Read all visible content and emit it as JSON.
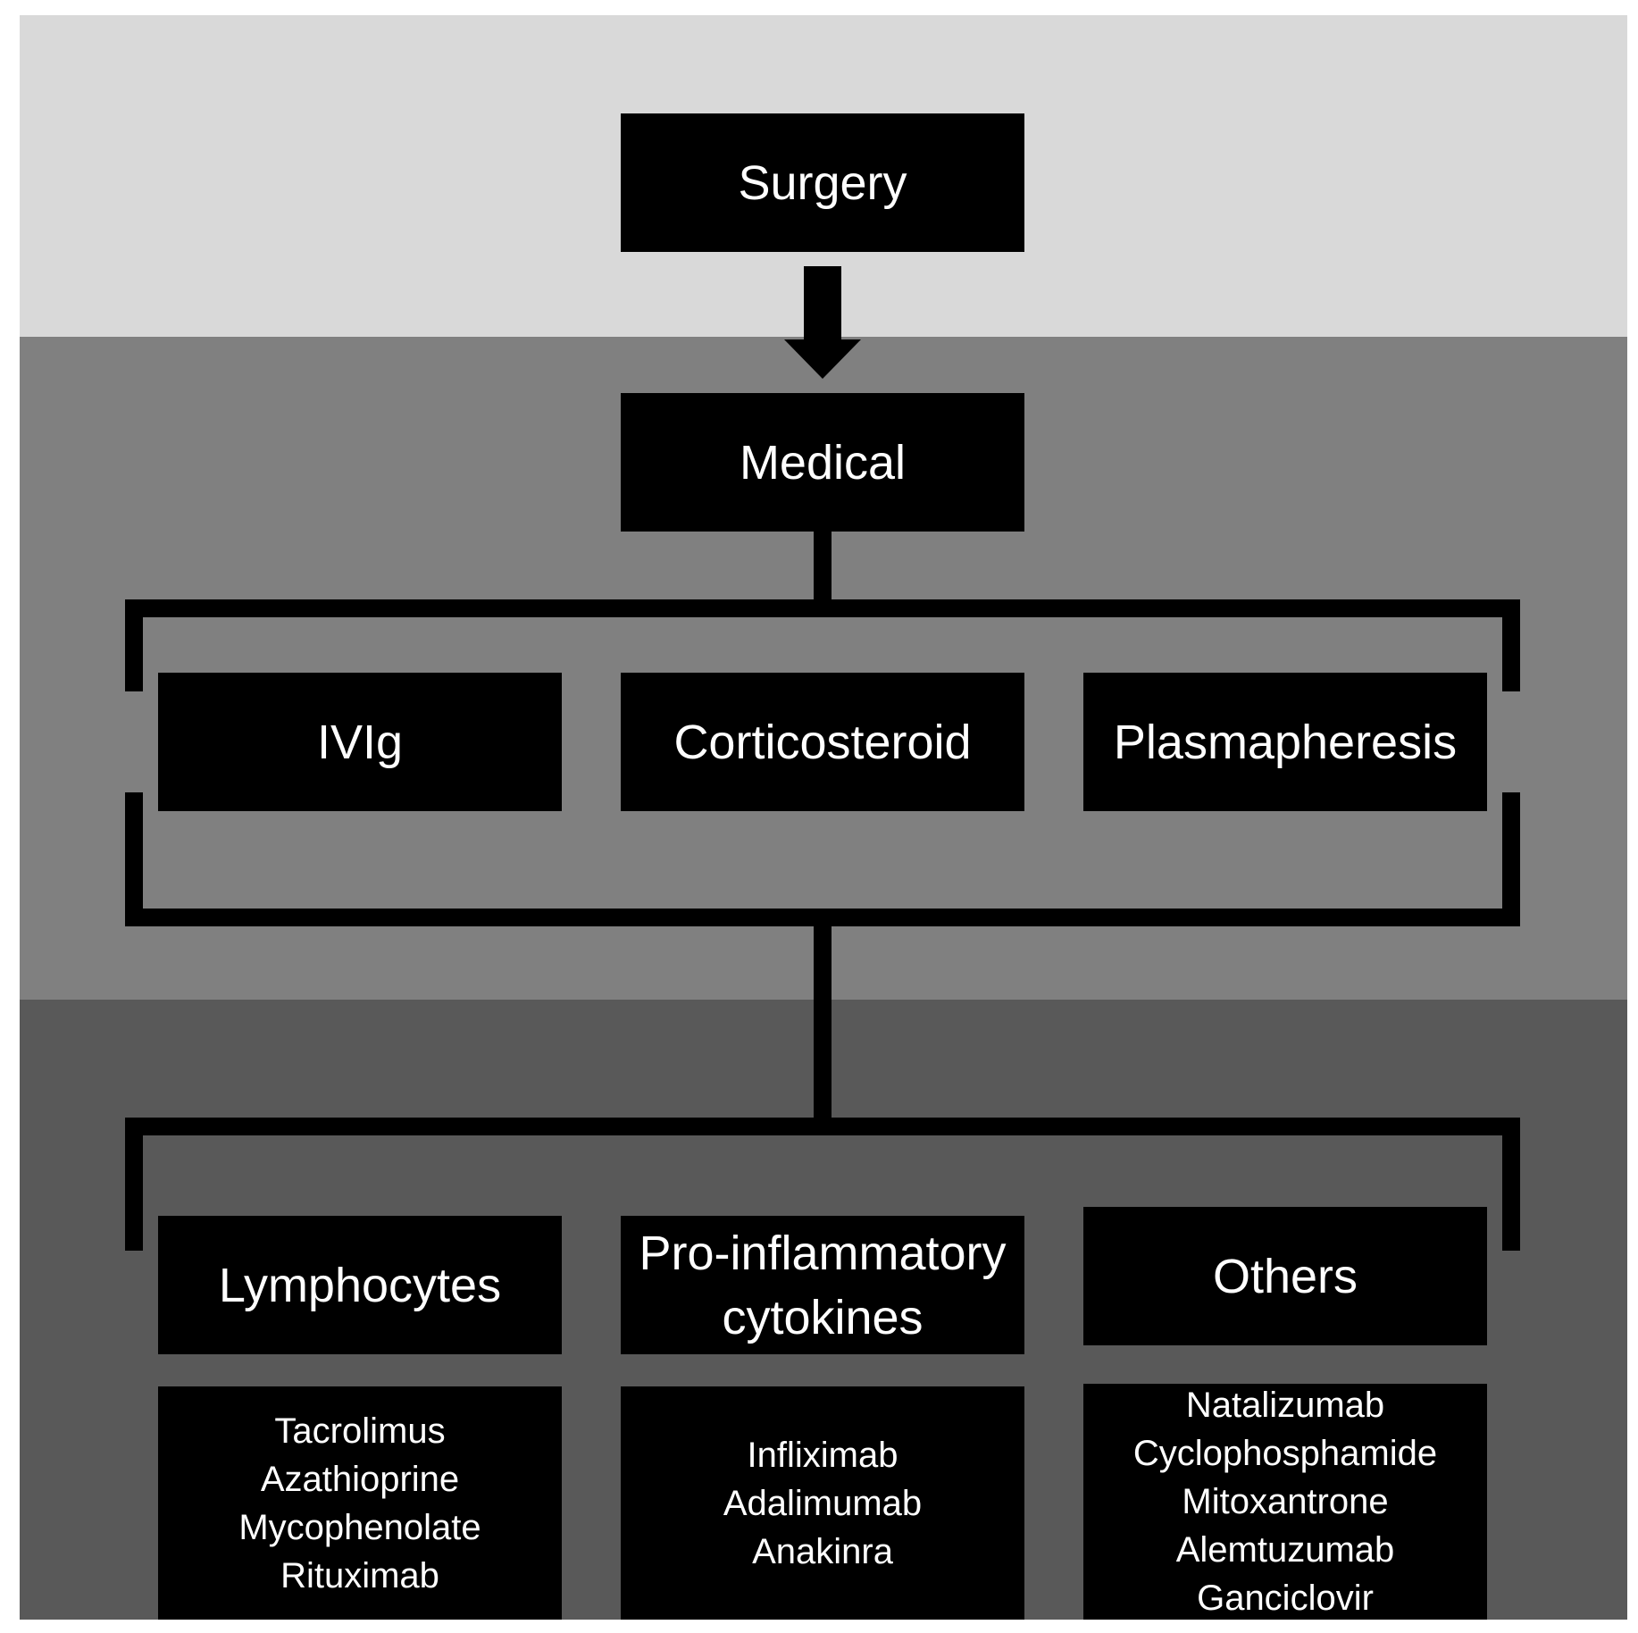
{
  "colors": {
    "band_top": "#d9d9d9",
    "band_middle": "#808080",
    "band_bottom": "#595959",
    "box_fill": "#000000",
    "box_text": "#ffffff"
  },
  "nodes": {
    "surgery": "Surgery",
    "medical": "Medical",
    "medical_options": [
      "IVIg",
      "Corticosteroid",
      "Plasmapheresis"
    ],
    "target_categories": [
      "Lymphocytes",
      "Pro-inflammatory cytokines",
      "Others"
    ]
  },
  "drug_lists": {
    "lymphocytes": [
      "Tacrolimus",
      "Azathioprine",
      "Mycophenolate",
      "Rituximab"
    ],
    "cytokines": [
      "Infliximab",
      "Adalimumab",
      "Anakinra"
    ],
    "others": [
      "Natalizumab",
      "Cyclophosphamide",
      "Mitoxantrone",
      "Alemtuzumab",
      "Ganciclovir"
    ]
  }
}
